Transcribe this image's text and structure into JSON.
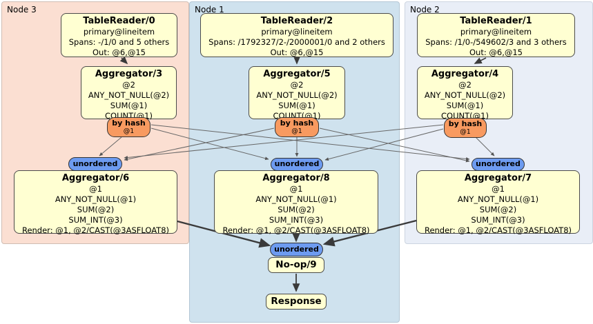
{
  "nodes": {
    "node3": {
      "label": "Node 3",
      "tablereader": {
        "title": "TableReader/0",
        "lines": [
          "primary@lineitem",
          "Spans: -/1/0 and 5 others",
          "Out: @6,@15"
        ]
      },
      "aggregator_top": {
        "title": "Aggregator/3",
        "lines": [
          "@2",
          "ANY_NOT_NULL(@2)",
          "SUM(@1)",
          "COUNT(@1)"
        ]
      },
      "by_hash": {
        "label": "by hash",
        "key": "@1"
      },
      "unordered_label": "unordered",
      "aggregator_bottom": {
        "title": "Aggregator/6",
        "lines": [
          "@1",
          "ANY_NOT_NULL(@1)",
          "SUM(@2)",
          "SUM_INT(@3)",
          "Render: @1, @2/CAST(@3ASFLOAT8)"
        ]
      }
    },
    "node1": {
      "label": "Node 1",
      "tablereader": {
        "title": "TableReader/2",
        "lines": [
          "primary@lineitem",
          "Spans: /1792327/2-/2000001/0 and 2 others",
          "Out: @6,@15"
        ]
      },
      "aggregator_top": {
        "title": "Aggregator/5",
        "lines": [
          "@2",
          "ANY_NOT_NULL(@2)",
          "SUM(@1)",
          "COUNT(@1)"
        ]
      },
      "by_hash": {
        "label": "by hash",
        "key": "@1"
      },
      "unordered_label": "unordered",
      "aggregator_bottom": {
        "title": "Aggregator/8",
        "lines": [
          "@1",
          "ANY_NOT_NULL(@1)",
          "SUM(@2)",
          "SUM_INT(@3)",
          "Render: @1, @2/CAST(@3ASFLOAT8)"
        ]
      }
    },
    "node2": {
      "label": "Node 2",
      "tablereader": {
        "title": "TableReader/1",
        "lines": [
          "primary@lineitem",
          "Spans: /1/0-/549602/3 and 3 others",
          "Out: @6,@15"
        ]
      },
      "aggregator_top": {
        "title": "Aggregator/4",
        "lines": [
          "@2",
          "ANY_NOT_NULL(@2)",
          "SUM(@1)",
          "COUNT(@1)"
        ]
      },
      "by_hash": {
        "label": "by hash",
        "key": "@1"
      },
      "unordered_label": "unordered",
      "aggregator_bottom": {
        "title": "Aggregator/7",
        "lines": [
          "@1",
          "ANY_NOT_NULL(@1)",
          "SUM(@2)",
          "SUM_INT(@3)",
          "Render: @1, @2/CAST(@3ASFLOAT8)"
        ]
      }
    }
  },
  "output_chain": {
    "unordered_label": "unordered",
    "noop_label": "No-op/9",
    "response_label": "Response"
  },
  "colors": {
    "node3_bg": "#fbdfd2",
    "node1_bg": "#cfe2ee",
    "node2_bg": "#e9eef7",
    "box_fill": "#ffffd2",
    "by_hash_fill": "#f89a60",
    "unordered_fill": "#6d9bf0",
    "edge": "#444444"
  }
}
